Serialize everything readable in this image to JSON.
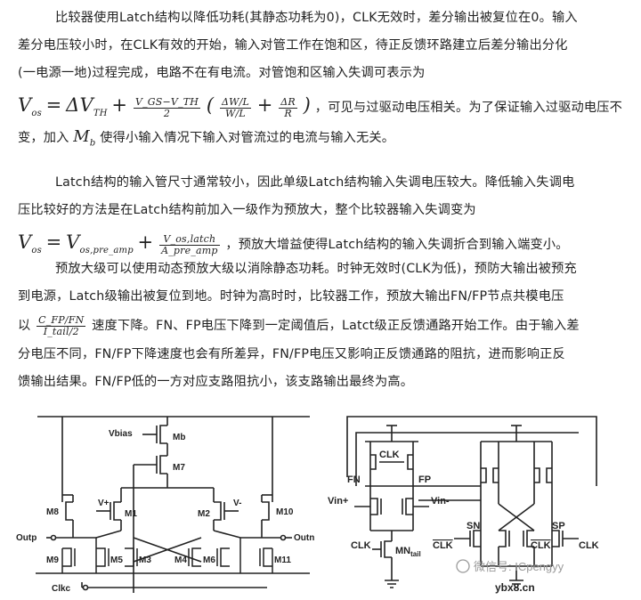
{
  "p1": {
    "l1": "比较器使用Latch结构以降低功耗(其静态功耗为0)，CLK无效时，差分输出被复位在0。输入",
    "l2": "差分电压较小时，在CLK有效的开始，输入对管工作在饱和区，待正反馈环路建立后差分输出分化",
    "l3": "(一电源一地)过程完成，电路不在有电流。对管饱和区输入失调可表示为",
    "eq_after": "，可见与过驱动电压相关。为了保证输入过驱动电压不",
    "l5a": "变，加入",
    "l5b": "使得小输入情况下输入对管流过的电流与输入无关。"
  },
  "p2": {
    "l1": "Latch结构的输入管尺寸通常较小，因此单级Latch结构输入失调电压较大。降低输入失调电",
    "l2": "压比较好的方法是在Latch结构前加入一级作为预放大，整个比较器输入失调变为",
    "eq_after": "，预放大增益使得Latch结构的输入失调折合到输入端变小。"
  },
  "p3": {
    "l1": "预放大级可以使用动态预放大级以消除静态功耗。时钟无效时(CLK为低)，预防大输出被预充",
    "l2": "到电源，Latch级输出被复位到地。时钟为高时时，比较器工作，预放大输出FN/FP节点共模电压",
    "l3a": "以",
    "l3b": "速度下降。FN、FP电压下降到一定阈值后，Latct级正反馈通路开始工作。由于输入差",
    "l4": "分电压不同，FN/FP下降速度也会有所差异，FN/FP电压又影响正反馈通路的阻抗，进而影响正反",
    "l5": "馈输出结果。FN/FP低的一方对应支路阻抗小，该支路输出最终为高。"
  },
  "eq": {
    "vos": "V",
    "vos_sub": "os",
    "eq_sign": "=",
    "dvth": "ΔV",
    "dvth_sub": "TH",
    "plus": "+",
    "f1_num": "V_GS−V_TH",
    "f1_den": "2",
    "paren_open": "(",
    "f2_num": "ΔW/L",
    "f2_den": "W/L",
    "f3_num": "ΔR",
    "f3_den": "R",
    "paren_close": ")",
    "mb": "M",
    "mb_sub": "b",
    "vos2_sub": "os",
    "vpre": "V",
    "vpre_sub": "os,pre_amp",
    "f4_num": "V_os,latch",
    "f4_den": "A_pre_amp",
    "f5_num": "C_FP/FN",
    "f5_den": "I_tail/2"
  },
  "left_circuit": {
    "vbias": "Vbias",
    "mb": "Mb",
    "m7": "M7",
    "vp": "V+",
    "vn": "V-",
    "m1": "M1",
    "m2": "M2",
    "m8": "M8",
    "m10": "M10",
    "outp": "Outp",
    "outn": "Outn",
    "m9": "M9",
    "m5": "M5",
    "m3": "M3",
    "m4": "M4",
    "m6": "M6",
    "m11": "M11",
    "clkc": "Clkc"
  },
  "right_circuit": {
    "clk_top": "CLK",
    "fn": "FN",
    "fp": "FP",
    "vinp": "Vin+",
    "vinn": "Vin-",
    "clk_bot": "CLK",
    "mn": "MN",
    "mn_sub": "tail",
    "sn": "SN",
    "sp": "SP",
    "clkb_l": "CLK",
    "clkb_r": "CLK",
    "clk_r": "CLK"
  },
  "watermark": {
    "text": "微信号: ICpengyy",
    "site": "ybx8.cn"
  },
  "colors": {
    "ink": "#222222",
    "watermark": "#9a9a9a",
    "site_red": "#cc2222"
  }
}
